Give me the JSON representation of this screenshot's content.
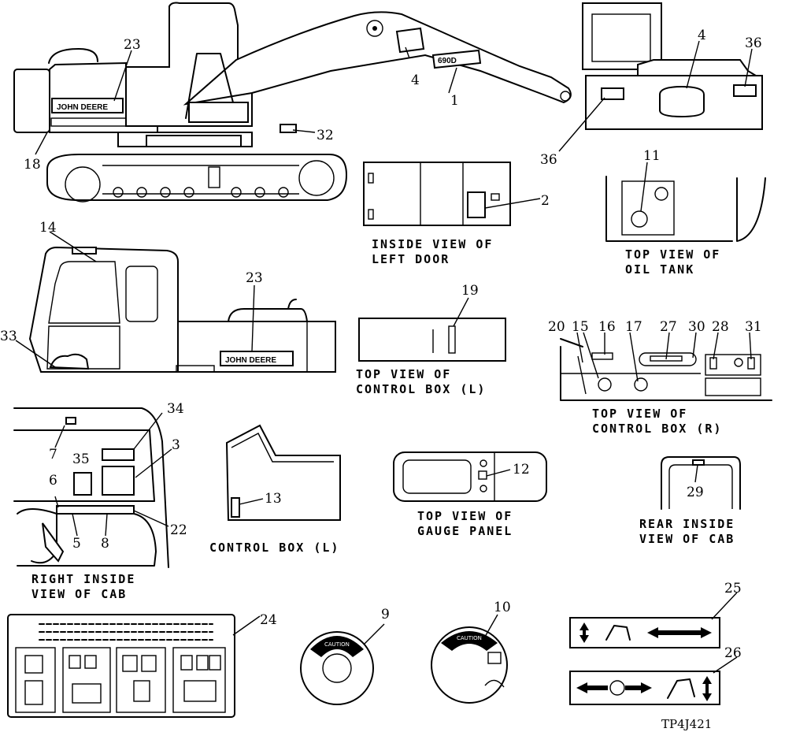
{
  "figure_id": "TP4J421",
  "brand_text": "JOHN DEERE",
  "plate_text": "690D",
  "caution_text": "CAUTION",
  "callouts": [
    "1",
    "2",
    "3",
    "4",
    "4",
    "5",
    "6",
    "7",
    "8",
    "9",
    "10",
    "11",
    "12",
    "13",
    "14",
    "15",
    "16",
    "17",
    "18",
    "19",
    "20",
    "22",
    "23",
    "23",
    "24",
    "25",
    "26",
    "27",
    "28",
    "29",
    "30",
    "31",
    "32",
    "33",
    "34",
    "35",
    "36",
    "36"
  ],
  "captions": {
    "left_door": [
      "INSIDE VIEW OF",
      "LEFT DOOR"
    ],
    "oil_tank": [
      "TOP VIEW OF",
      "OIL TANK"
    ],
    "control_box_l_top": [
      "TOP VIEW OF",
      "CONTROL BOX (L)"
    ],
    "control_box_r_top": [
      "TOP VIEW OF",
      "CONTROL BOX (R)"
    ],
    "right_inside_cab": [
      "RIGHT INSIDE",
      "VIEW OF CAB"
    ],
    "control_box_l": [
      "CONTROL BOX (L)"
    ],
    "gauge_panel": [
      "TOP VIEW OF",
      "GAUGE PANEL"
    ],
    "rear_inside_cab": [
      "REAR INSIDE",
      "VIEW OF CAB"
    ]
  }
}
